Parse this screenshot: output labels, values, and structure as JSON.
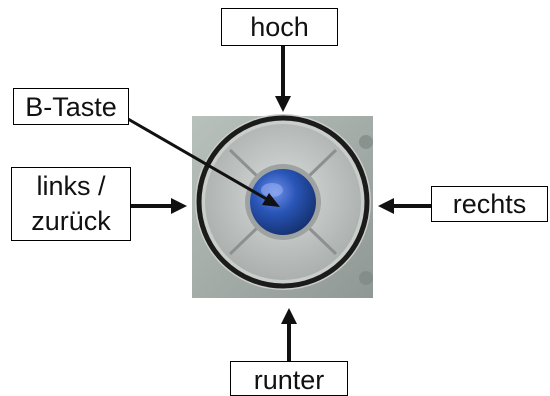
{
  "labels": {
    "up": "hoch",
    "b_key": "B-Taste",
    "left_line1": "links /",
    "left_line2": "zurück",
    "right": "rechts",
    "down": "runter"
  },
  "icons": {
    "dpad": "dpad-control-icon",
    "arrows": "arrow-icon"
  },
  "colors": {
    "center_button": "#2a56b8",
    "panel": "#a9b1ad",
    "ring": "#1b1b1b",
    "segment": "#c2c6c4"
  }
}
